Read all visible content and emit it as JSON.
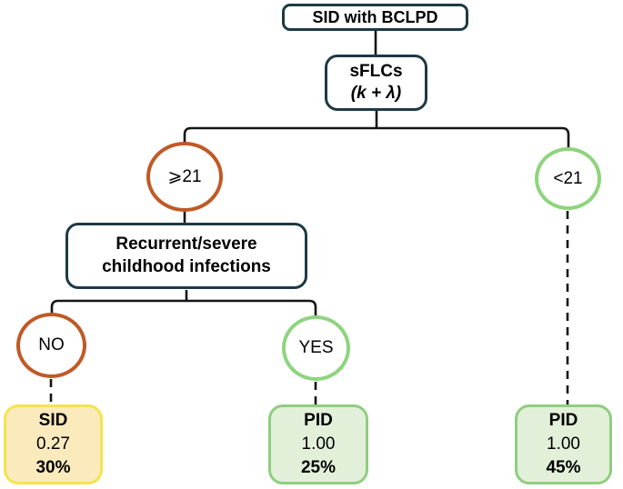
{
  "diagram": {
    "root": {
      "label": "SID with BCLPD"
    },
    "sflc": {
      "line1": "sFLCs",
      "line2": "(k + λ)"
    },
    "branches": {
      "ge21": {
        "label": "⩾21"
      },
      "lt21": {
        "label": "<21"
      }
    },
    "infections": {
      "line1": "Recurrent/severe",
      "line2": "childhood infections"
    },
    "answers": {
      "no": {
        "label": "NO"
      },
      "yes": {
        "label": "YES"
      }
    },
    "leaves": [
      {
        "name": "SID",
        "value": "0.27",
        "percent": "30%"
      },
      {
        "name": "PID",
        "value": "1.00",
        "percent": "25%"
      },
      {
        "name": "PID",
        "value": "1.00",
        "percent": "45%"
      }
    ],
    "colors": {
      "navy_border": "#1d3a45",
      "orange_border": "#bf5a26",
      "green_border": "#8ed47e",
      "yellow_leaf_border": "#f4e44d",
      "yellow_leaf_fill": "#faeabc",
      "green_leaf_border": "#90cd7f",
      "green_leaf_fill": "#e2f0d9",
      "connector": "#141414"
    }
  }
}
